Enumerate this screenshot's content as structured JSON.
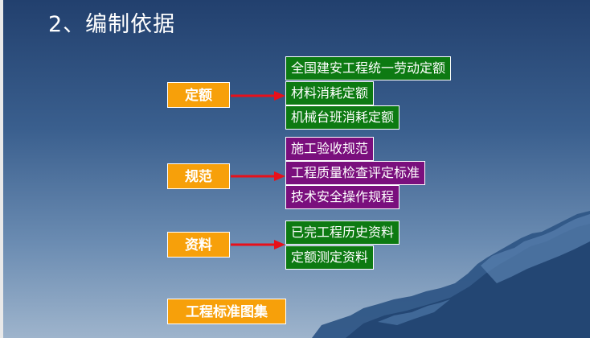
{
  "title": "2、编制依据",
  "categories": {
    "quota": "定额",
    "spec": "规范",
    "data": "资料",
    "atlas": "工程标准图集"
  },
  "quota_items": [
    "全国建安工程统一劳动定额",
    "材料消耗定额",
    "机械台班消耗定额"
  ],
  "spec_items": [
    "施工验收规范",
    "工程质量检查评定标准",
    "技术安全操作规程"
  ],
  "data_items": [
    "已完工程历史资料",
    "定额测定资料"
  ],
  "colors": {
    "category": "#f7a00a",
    "quota_box": "#0d7a12",
    "spec_box": "#7a0f7d",
    "data_box": "#0d7a12",
    "arrow": "#e8101a"
  }
}
